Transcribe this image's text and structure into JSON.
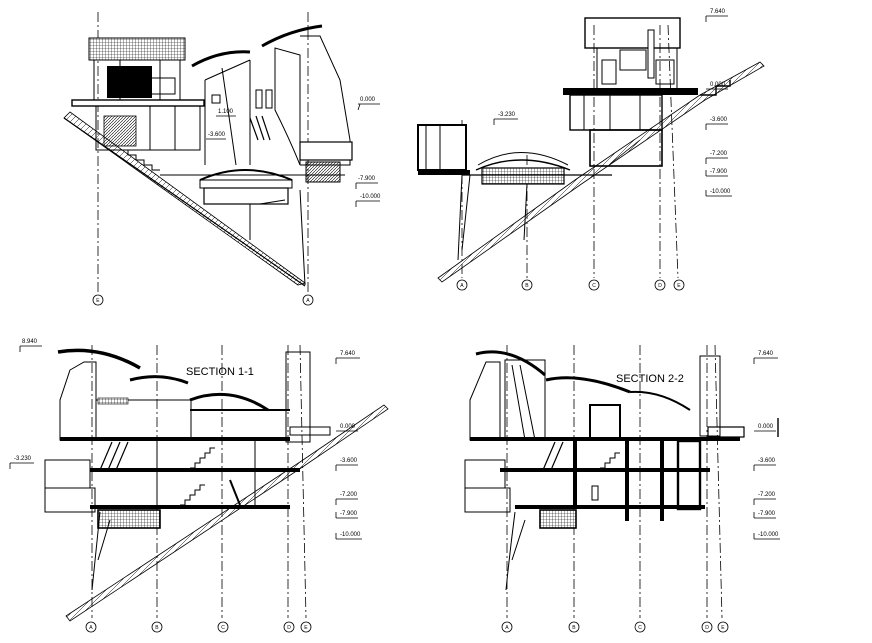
{
  "drawings": {
    "elevation_1": {
      "levels": [
        "0.000",
        "1.100",
        "-3.600",
        "-7.900",
        "-10.000"
      ],
      "axes": [
        "E",
        "A"
      ]
    },
    "elevation_2": {
      "levels": [
        "7.640",
        "0.000",
        "-3.230",
        "-3.600",
        "-7.200",
        "-7.900",
        "-10.000"
      ],
      "axes": [
        "A",
        "B",
        "C",
        "D",
        "E"
      ]
    },
    "section_1": {
      "title": "SECTION 1-1",
      "levels": [
        "8.940",
        "7.640",
        "0.000",
        "-3.230",
        "-3.600",
        "-7.200",
        "-7.900",
        "-10.000"
      ],
      "axes": [
        "A",
        "B",
        "C",
        "D",
        "E"
      ]
    },
    "section_2": {
      "title": "SECTION 2-2",
      "levels": [
        "7.640",
        "0.000",
        "-3.600",
        "-7.200",
        "-7.900",
        "-10.000"
      ],
      "axes": [
        "A",
        "B",
        "C",
        "D",
        "E"
      ]
    }
  }
}
